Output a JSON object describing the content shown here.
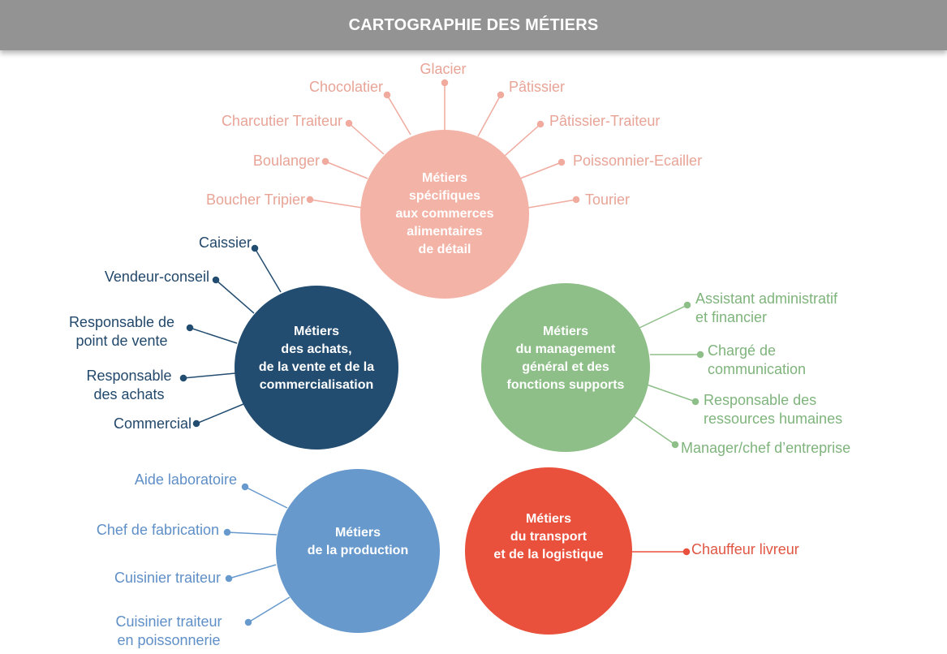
{
  "title": "CARTOGRAPHIE DES MÉTIERS",
  "colors": {
    "pink": "#f3b3a6",
    "navy": "#234d70",
    "green": "#8ebf88",
    "blue": "#6799cc",
    "red": "#e9513c",
    "banner": "#939393"
  },
  "clusters": {
    "commerces": {
      "label": "Métiers\nspécifiques\naux commerces\nalimentaires\nde détail",
      "items": [
        "Glacier",
        "Chocolatier",
        "Pâtissier",
        "Charcutier Traiteur",
        "Pâtissier-Traiteur",
        "Boulanger",
        "Poissonnier-Ecailler",
        "Boucher Tripier",
        "Tourier"
      ]
    },
    "vente": {
      "label": "Métiers\ndes achats,\nde la vente et de la\ncommercialisation",
      "items": [
        "Caissier",
        "Vendeur-conseil",
        "Responsable de\npoint de vente",
        "Responsable\ndes achats",
        "Commercial"
      ]
    },
    "management": {
      "label": "Métiers\ndu management\ngénéral et des\nfonctions supports",
      "items": [
        "Assistant administratif\net financier",
        "Chargé de\ncommunication",
        "Responsable des\nressources humaines",
        "Manager/chef d’entreprise"
      ]
    },
    "production": {
      "label": "Métiers\nde la production",
      "items": [
        "Aide laboratoire",
        "Chef de fabrication",
        "Cuisinier traiteur",
        "Cuisinier traiteur\nen poissonnerie"
      ]
    },
    "transport": {
      "label": "Métiers\ndu transport\net de la logistique",
      "items": [
        "Chauffeur livreur"
      ]
    }
  }
}
